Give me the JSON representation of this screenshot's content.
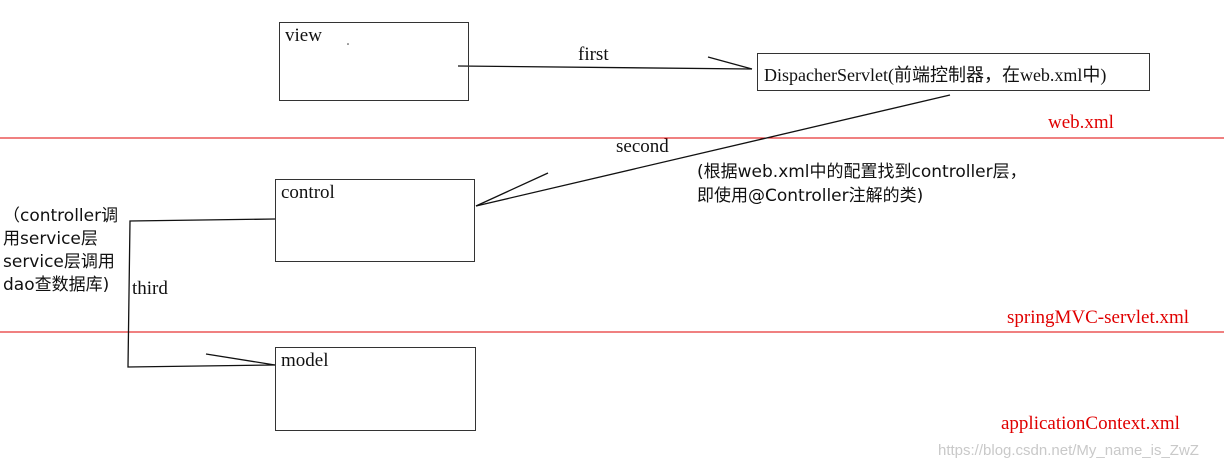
{
  "boxes": {
    "view": "view",
    "dispatcher": "DispacherServlet(前端控制器，在web.xml中)",
    "control": "control",
    "model": "model"
  },
  "arrows": {
    "first": "first",
    "second": "second",
    "third": "third"
  },
  "notes": {
    "second_note_line1": "(根据web.xml中的配置找到controller层，",
    "second_note_line2": "即使用@Controller注解的类)",
    "third_note_line1": "（controller调",
    "third_note_line2": "用service层",
    "third_note_line3": "service层调用",
    "third_note_line4": "dao查数据库)"
  },
  "layers": {
    "web": "web.xml",
    "spring": "springMVC-servlet.xml",
    "app": "applicationContext.xml"
  },
  "colors": {
    "layer_line": "#e00000",
    "layer_text": "#e00000",
    "box_border": "#333333"
  },
  "watermark": "https://blog.csdn.net/My_name_is_ZwZ"
}
